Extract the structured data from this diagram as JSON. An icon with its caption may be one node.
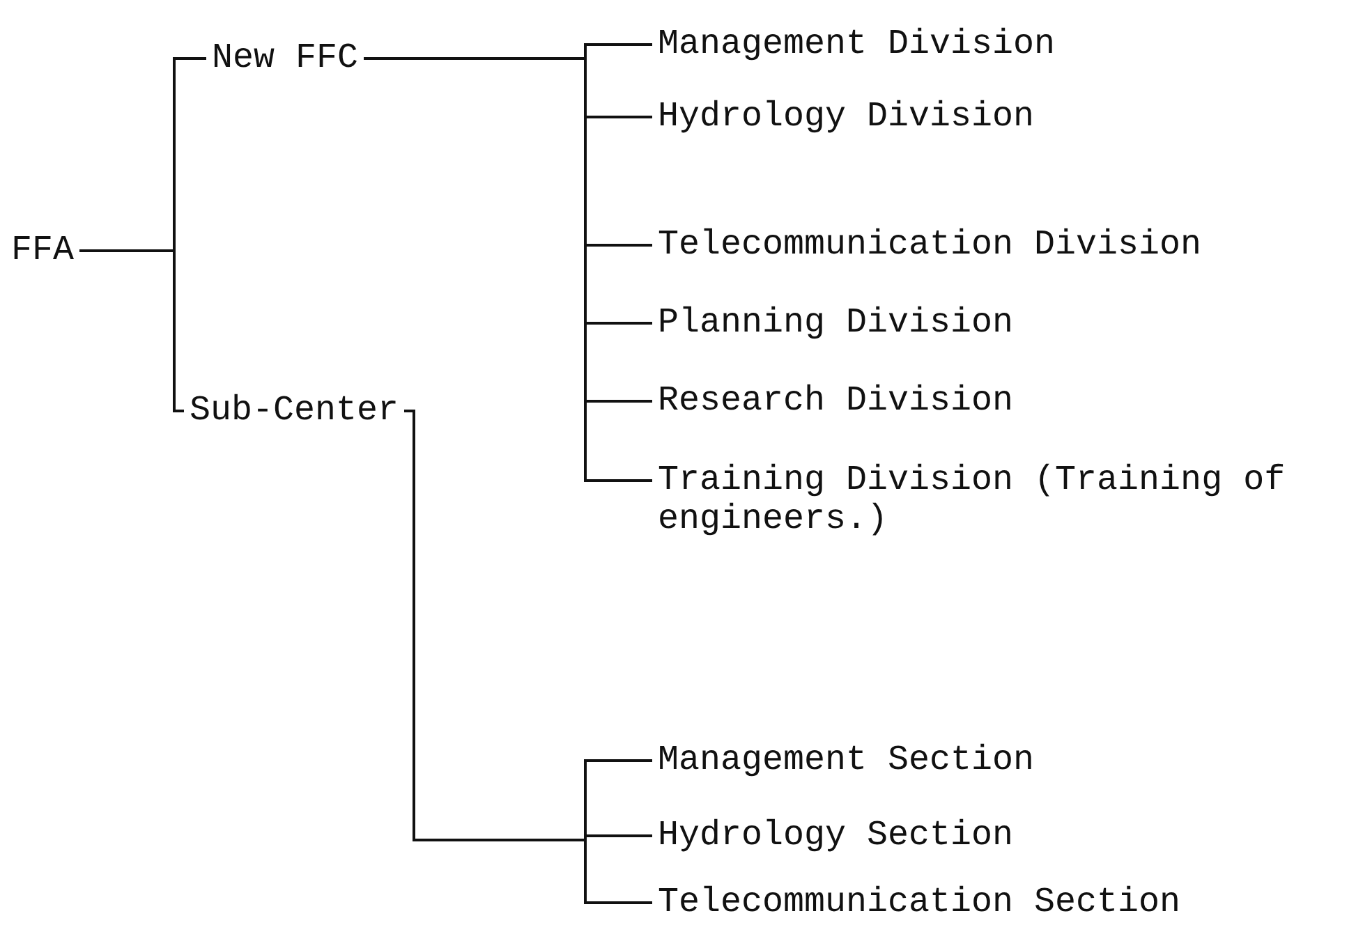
{
  "diagram": {
    "nodes": [
      {
        "text": [
          "FFA"
        ]
      },
      {
        "text": [
          "New FFC"
        ]
      },
      {
        "text": [
          "Sub-Center"
        ]
      },
      {
        "text": [
          "Management Division"
        ]
      },
      {
        "text": [
          "Hydrology Division"
        ]
      },
      {
        "text": [
          "Telecommunication Division"
        ]
      },
      {
        "text": [
          "Planning Division"
        ]
      },
      {
        "text": [
          "Research Division"
        ]
      },
      {
        "text": [
          "Training Division (Training of engineers.)"
        ]
      },
      {
        "text": [
          "Management Section"
        ]
      },
      {
        "text": [
          "Hydrology Section"
        ]
      },
      {
        "text": [
          "Telecommunication Section"
        ]
      }
    ],
    "edges": [
      {
        "from": 0,
        "to": 1,
        "arrow": "none"
      },
      {
        "from": 0,
        "to": 2,
        "arrow": "none"
      },
      {
        "from": 1,
        "to": 3,
        "arrow": "none"
      },
      {
        "from": 1,
        "to": 4,
        "arrow": "none"
      },
      {
        "from": 1,
        "to": 5,
        "arrow": "none"
      },
      {
        "from": 1,
        "to": 6,
        "arrow": "none"
      },
      {
        "from": 1,
        "to": 7,
        "arrow": "none"
      },
      {
        "from": 1,
        "to": 8,
        "arrow": "none"
      },
      {
        "from": 2,
        "to": 9,
        "arrow": "none"
      },
      {
        "from": 2,
        "to": 10,
        "arrow": "none"
      },
      {
        "from": 2,
        "to": 11,
        "arrow": "none"
      }
    ]
  }
}
